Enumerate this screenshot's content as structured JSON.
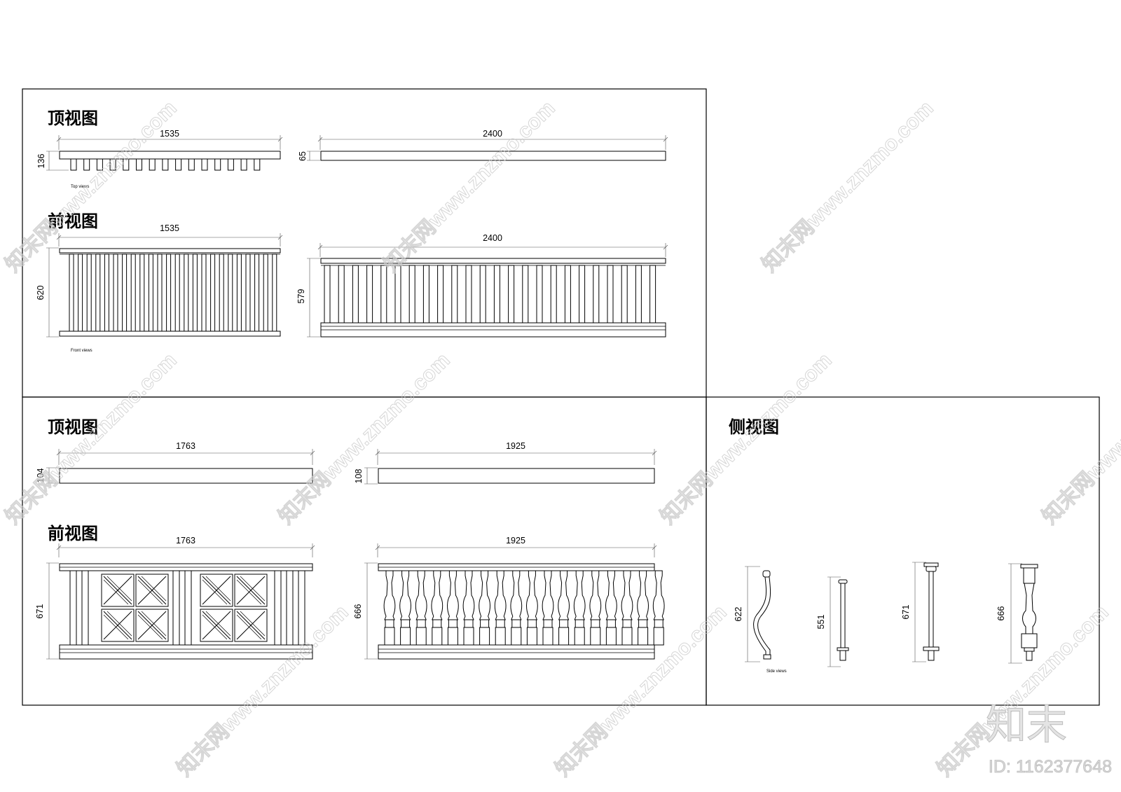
{
  "panels": {
    "upper_left": {
      "top_heading": "顶视图",
      "front_heading": "前视图",
      "top_caption": "Top views",
      "front_caption": "Front views",
      "left_top": {
        "width": "1535",
        "depth": "136"
      },
      "right_top": {
        "width": "2400",
        "depth": "65"
      },
      "left_front": {
        "width": "1535",
        "height": "620"
      },
      "right_front": {
        "width": "2400",
        "height": "579"
      }
    },
    "lower_left": {
      "top_heading": "顶视图",
      "front_heading": "前视图",
      "left_top": {
        "width": "1763",
        "depth": "104"
      },
      "right_top": {
        "width": "1925",
        "depth": "108"
      },
      "left_front": {
        "width": "1763",
        "height": "671"
      },
      "right_front": {
        "width": "1925",
        "height": "666"
      }
    },
    "side": {
      "heading": "侧视图",
      "caption": "Side views",
      "heights": [
        "622",
        "551",
        "671",
        "666"
      ]
    }
  },
  "watermark": {
    "text": "知末网www.znzmo.com",
    "logo": "知末",
    "id": "ID: 1162377648"
  }
}
